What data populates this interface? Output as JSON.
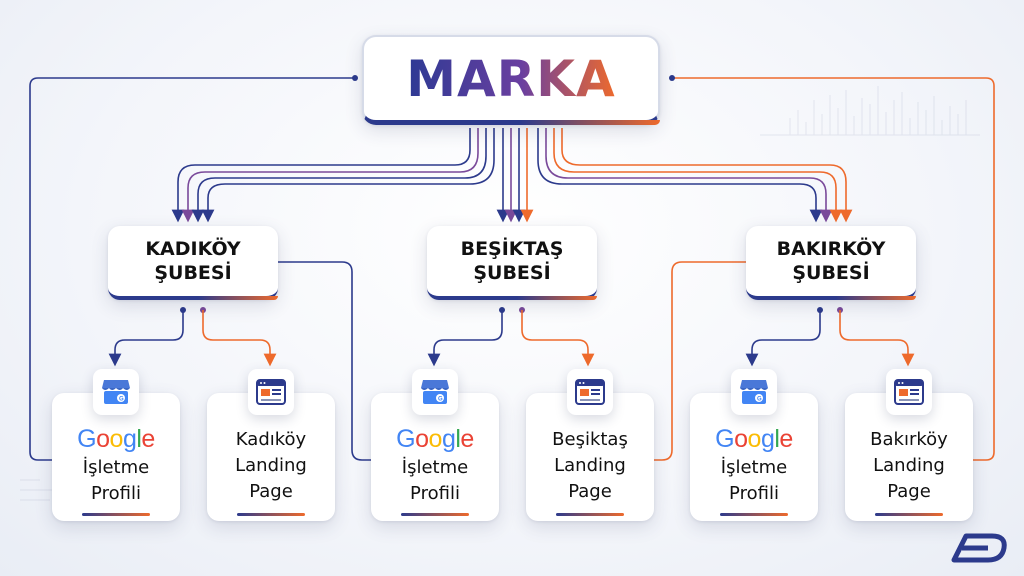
{
  "brand": {
    "title": "MARKA"
  },
  "google_word": [
    "G",
    "o",
    "o",
    "g",
    "l",
    "e"
  ],
  "colors": {
    "navy": "#2c3a8c",
    "orange": "#ee6a2c",
    "g_blue": "#4285F4",
    "g_red": "#EA4335",
    "g_yellow": "#FBBC05",
    "g_green": "#34A853"
  },
  "branches": [
    {
      "title": "KADIKÖY\nŞUBESİ",
      "gbp_text": "İşletme\nProfili",
      "landing_text": "Kadıköy\nLanding\nPage"
    },
    {
      "title": "BEŞİKTAŞ\nŞUBESİ",
      "gbp_text": "İşletme\nProfili",
      "landing_text": "Beşiktaş\nLanding\nPage"
    },
    {
      "title": "BAKIRKÖY\nŞUBESİ",
      "gbp_text": "İşletme\nProfili",
      "landing_text": "Bakırköy\nLanding\nPage"
    }
  ],
  "icons": {
    "gbp": "google-business-store-icon",
    "landing": "landing-page-browser-icon",
    "logo": "company-logo-icon"
  }
}
